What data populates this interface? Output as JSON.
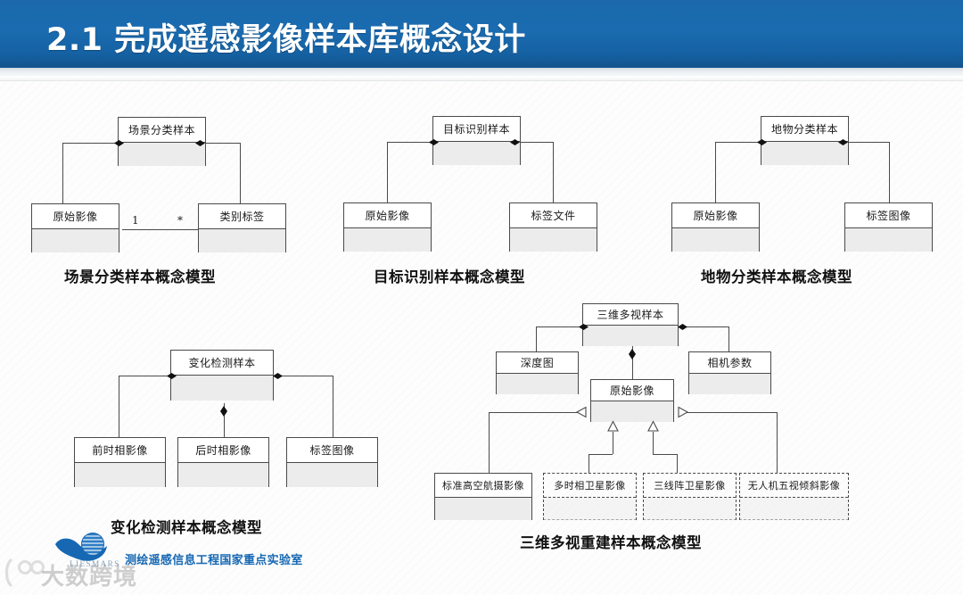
{
  "slide": {
    "title": "2.1 完成遥感影像样本库概念设计",
    "header_color": "#1b69ac",
    "background_color": "#fdfdfd"
  },
  "diagrams": [
    {
      "id": "scene-classification",
      "caption": "场景分类样本概念模型",
      "boxes": [
        {
          "name": "root",
          "label": "场景分类样本"
        },
        {
          "name": "original-image",
          "label": "原始影像"
        },
        {
          "name": "category-label",
          "label": "类别标签"
        }
      ],
      "multiplicities": [
        "1",
        "*"
      ]
    },
    {
      "id": "object-detection",
      "caption": "目标识别样本概念模型",
      "boxes": [
        {
          "name": "root",
          "label": "目标识别样本"
        },
        {
          "name": "original-image",
          "label": "原始影像"
        },
        {
          "name": "label-file",
          "label": "标签文件"
        }
      ],
      "multiplicities": []
    },
    {
      "id": "landcover-classification",
      "caption": "地物分类样本概念模型",
      "boxes": [
        {
          "name": "root",
          "label": "地物分类样本"
        },
        {
          "name": "original-image",
          "label": "原始影像"
        },
        {
          "name": "label-image",
          "label": "标签图像"
        }
      ],
      "multiplicities": []
    },
    {
      "id": "change-detection",
      "caption": "变化检测样本概念模型",
      "boxes": [
        {
          "name": "root",
          "label": "变化检测样本"
        },
        {
          "name": "pre-temporal-image",
          "label": "前时相影像"
        },
        {
          "name": "post-temporal-image",
          "label": "后时相影像"
        },
        {
          "name": "label-image",
          "label": "标签图像"
        }
      ],
      "multiplicities": []
    },
    {
      "id": "multiview-3d",
      "caption": "三维多视重建样本概念模型",
      "boxes": [
        {
          "name": "root",
          "label": "三维多视样本"
        },
        {
          "name": "depth-map",
          "label": "深度图"
        },
        {
          "name": "camera-parameters",
          "label": "相机参数"
        },
        {
          "name": "original-image",
          "label": "原始影像"
        },
        {
          "name": "standard-aerial-image",
          "label": "标准高空航摄影像"
        },
        {
          "name": "multitemporal-satellite-image",
          "label": "多时相卫星影像"
        },
        {
          "name": "three-line-array-satellite-image",
          "label": "三线阵卫星影像"
        },
        {
          "name": "uav-five-view-oblique-image",
          "label": "无人机五视倾斜影像"
        }
      ],
      "multiplicities": []
    }
  ],
  "footer": {
    "lab_name": "测绘遥感信息工程国家重点实验室",
    "lab_name_color": "#1668b3",
    "logo_text": "LIESMARS",
    "watermark_text": "大数跨境"
  }
}
